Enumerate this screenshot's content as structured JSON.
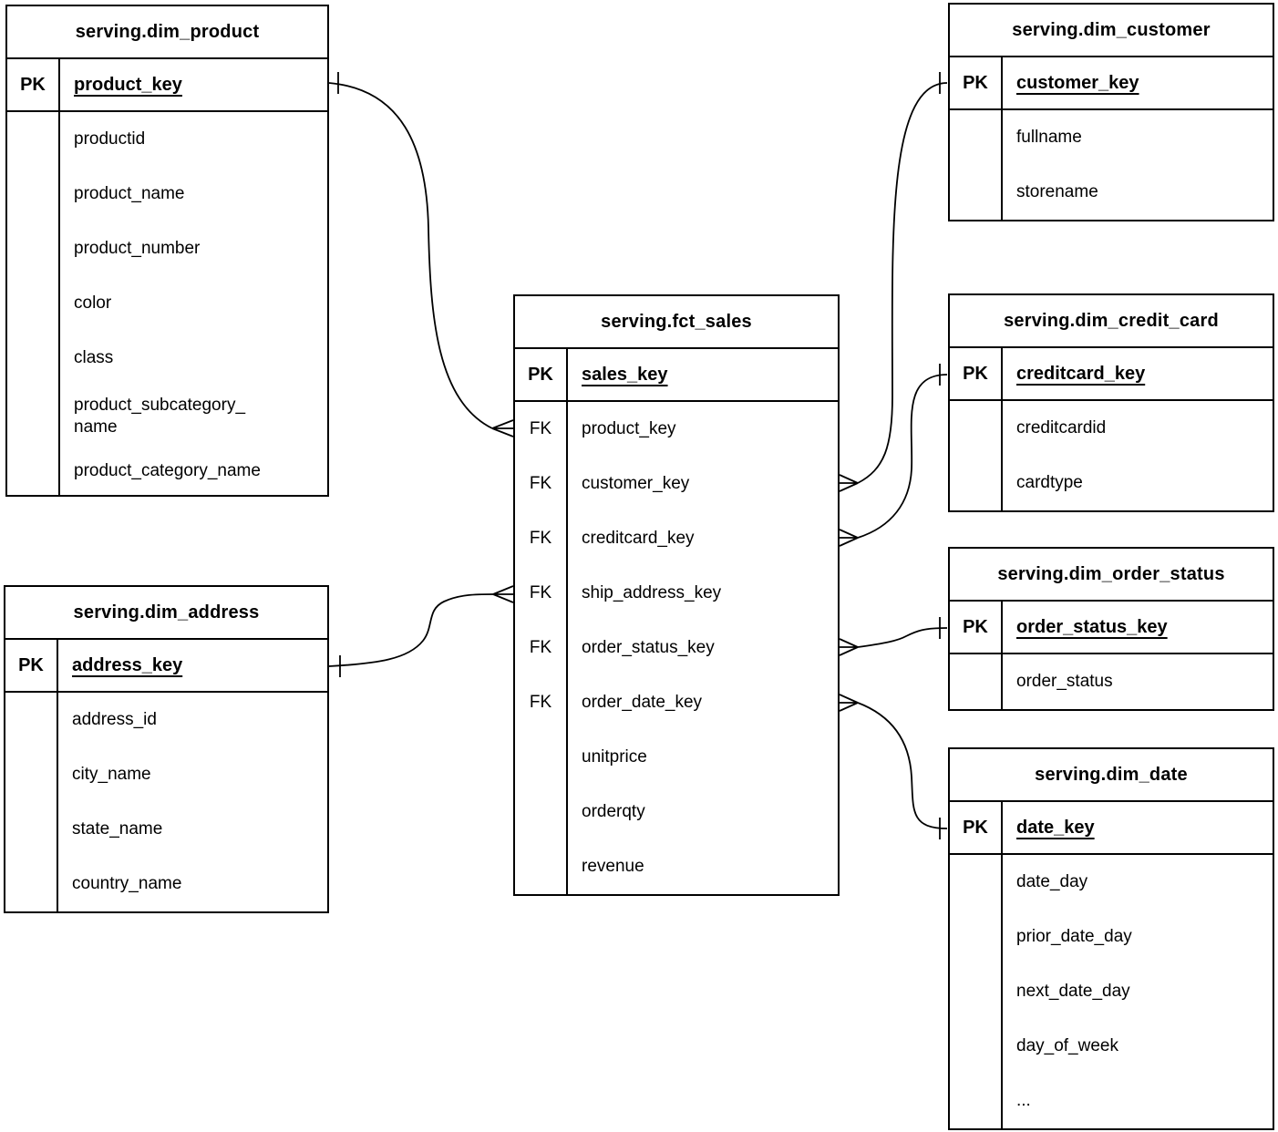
{
  "colors": {
    "line": "#000000",
    "background": "#ffffff",
    "text": "#000000"
  },
  "tables": {
    "dim_product": {
      "title": "serving.dim_product",
      "pk": {
        "label": "PK",
        "field": "product_key"
      },
      "fields": [
        {
          "tag": "",
          "name": "productid"
        },
        {
          "tag": "",
          "name": "product_name"
        },
        {
          "tag": "",
          "name": "product_number"
        },
        {
          "tag": "",
          "name": "color"
        },
        {
          "tag": "",
          "name": "class"
        },
        {
          "tag": "",
          "name": "product_subcategory_\nname"
        },
        {
          "tag": "",
          "name": "product_category_name"
        }
      ]
    },
    "dim_address": {
      "title": "serving.dim_address",
      "pk": {
        "label": "PK",
        "field": "address_key"
      },
      "fields": [
        {
          "tag": "",
          "name": "address_id"
        },
        {
          "tag": "",
          "name": "city_name"
        },
        {
          "tag": "",
          "name": "state_name"
        },
        {
          "tag": "",
          "name": "country_name"
        }
      ]
    },
    "fct_sales": {
      "title": "serving.fct_sales",
      "pk": {
        "label": "PK",
        "field": "sales_key"
      },
      "fields": [
        {
          "tag": "FK",
          "name": "product_key"
        },
        {
          "tag": "FK",
          "name": "customer_key"
        },
        {
          "tag": "FK",
          "name": "creditcard_key"
        },
        {
          "tag": "FK",
          "name": "ship_address_key"
        },
        {
          "tag": "FK",
          "name": "order_status_key"
        },
        {
          "tag": "FK",
          "name": "order_date_key"
        },
        {
          "tag": "",
          "name": "unitprice"
        },
        {
          "tag": "",
          "name": "orderqty"
        },
        {
          "tag": "",
          "name": "revenue"
        }
      ]
    },
    "dim_customer": {
      "title": "serving.dim_customer",
      "pk": {
        "label": "PK",
        "field": "customer_key"
      },
      "fields": [
        {
          "tag": "",
          "name": "fullname"
        },
        {
          "tag": "",
          "name": "storename"
        }
      ]
    },
    "dim_credit_card": {
      "title": "serving.dim_credit_card",
      "pk": {
        "label": "PK",
        "field": "creditcard_key"
      },
      "fields": [
        {
          "tag": "",
          "name": "creditcardid"
        },
        {
          "tag": "",
          "name": "cardtype"
        }
      ]
    },
    "dim_order_status": {
      "title": "serving.dim_order_status",
      "pk": {
        "label": "PK",
        "field": "order_status_key"
      },
      "fields": [
        {
          "tag": "",
          "name": "order_status"
        }
      ]
    },
    "dim_date": {
      "title": "serving.dim_date",
      "pk": {
        "label": "PK",
        "field": "date_key"
      },
      "fields": [
        {
          "tag": "",
          "name": "date_day"
        },
        {
          "tag": "",
          "name": "prior_date_day"
        },
        {
          "tag": "",
          "name": "next_date_day"
        },
        {
          "tag": "",
          "name": "day_of_week"
        },
        {
          "tag": "",
          "name": "..."
        }
      ]
    }
  },
  "relationships": [
    {
      "from_table": "serving.fct_sales",
      "from_field": "product_key",
      "to_table": "serving.dim_product",
      "to_field": "product_key",
      "cardinality": "many-to-one"
    },
    {
      "from_table": "serving.fct_sales",
      "from_field": "customer_key",
      "to_table": "serving.dim_customer",
      "to_field": "customer_key",
      "cardinality": "many-to-one"
    },
    {
      "from_table": "serving.fct_sales",
      "from_field": "creditcard_key",
      "to_table": "serving.dim_credit_card",
      "to_field": "creditcard_key",
      "cardinality": "many-to-one"
    },
    {
      "from_table": "serving.fct_sales",
      "from_field": "ship_address_key",
      "to_table": "serving.dim_address",
      "to_field": "address_key",
      "cardinality": "many-to-one"
    },
    {
      "from_table": "serving.fct_sales",
      "from_field": "order_status_key",
      "to_table": "serving.dim_order_status",
      "to_field": "order_status_key",
      "cardinality": "many-to-one"
    },
    {
      "from_table": "serving.fct_sales",
      "from_field": "order_date_key",
      "to_table": "serving.dim_date",
      "to_field": "date_key",
      "cardinality": "many-to-one"
    }
  ]
}
